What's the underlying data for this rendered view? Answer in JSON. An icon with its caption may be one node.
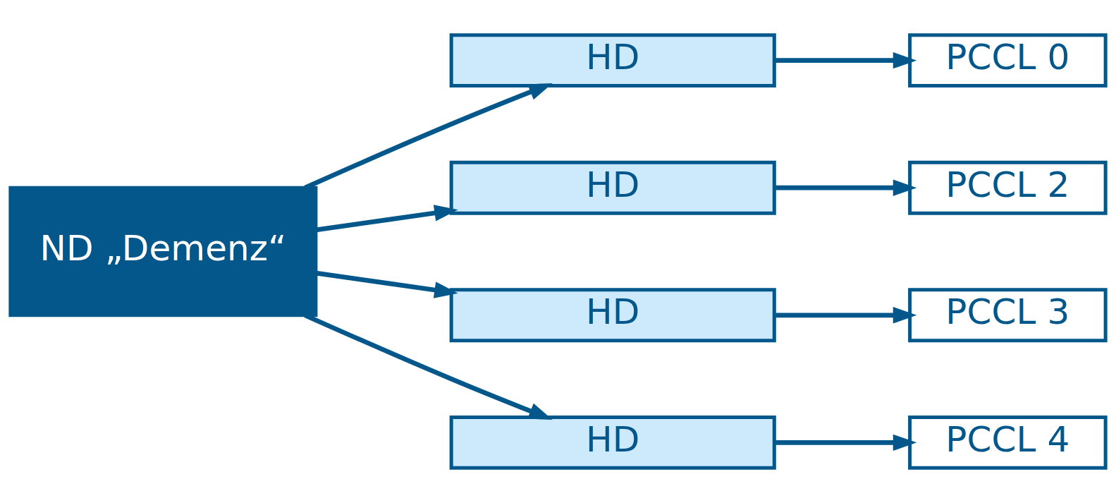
{
  "diagram": {
    "nodes": [
      {
        "text": [
          "ND „Demenz“"
        ]
      },
      {
        "text": [
          "HD"
        ]
      },
      {
        "text": [
          "HD"
        ]
      },
      {
        "text": [
          "HD"
        ]
      },
      {
        "text": [
          "HD"
        ]
      },
      {
        "text": [
          "PCCL 0"
        ]
      },
      {
        "text": [
          "PCCL 2"
        ]
      },
      {
        "text": [
          "PCCL 3"
        ]
      },
      {
        "text": [
          "PCCL 4"
        ]
      }
    ],
    "edges": [
      {
        "from": 0,
        "to": 1,
        "arrow": "to"
      },
      {
        "from": 0,
        "to": 2,
        "arrow": "to"
      },
      {
        "from": 0,
        "to": 3,
        "arrow": "to"
      },
      {
        "from": 0,
        "to": 4,
        "arrow": "to"
      },
      {
        "from": 1,
        "to": 5,
        "arrow": "to"
      },
      {
        "from": 2,
        "to": 6,
        "arrow": "to"
      },
      {
        "from": 3,
        "to": 7,
        "arrow": "to"
      },
      {
        "from": 4,
        "to": 8,
        "arrow": "to"
      }
    ]
  }
}
